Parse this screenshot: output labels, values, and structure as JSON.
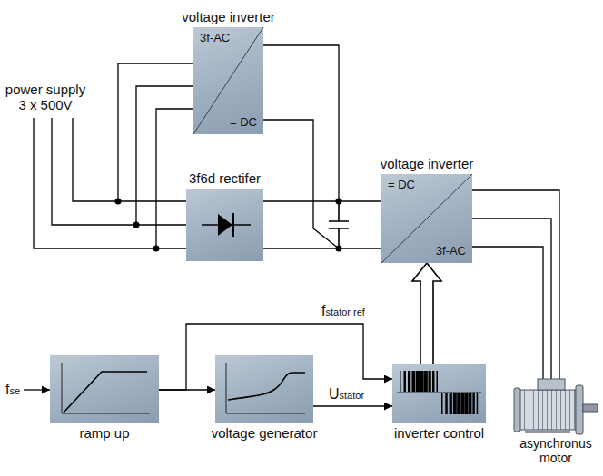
{
  "diagram": {
    "nodes": [
      {
        "text": [
          "voltage inverter",
          "3f-AC",
          "= DC"
        ]
      },
      {
        "text": [
          "3f6d rectifer"
        ]
      },
      {
        "text": [
          "voltage inverter",
          "= DC",
          "3f-AC"
        ]
      },
      {
        "text": [
          "ramp up"
        ]
      },
      {
        "text": [
          "voltage generator"
        ]
      },
      {
        "text": [
          "inverter control"
        ]
      },
      {
        "text": [
          "asynchronus motor"
        ]
      }
    ],
    "edges": [
      {
        "from": 3,
        "to": 4,
        "arrow": "to"
      },
      {
        "from": 3,
        "to": 5,
        "arrow": "to",
        "label": "fstator ref"
      },
      {
        "from": 4,
        "to": 5,
        "arrow": "to",
        "label": "Ustator"
      },
      {
        "from": 5,
        "to": 2,
        "arrow": "to"
      },
      {
        "from": 1,
        "to": 2,
        "arrow": "none"
      },
      {
        "from": 1,
        "to": 2,
        "arrow": "none"
      },
      {
        "from": 2,
        "to": 6,
        "arrow": "none"
      },
      {
        "from": 2,
        "to": 6,
        "arrow": "none"
      },
      {
        "from": 2,
        "to": 6,
        "arrow": "none"
      }
    ],
    "labels": [
      "power supply 3 x 500V",
      "fse"
    ]
  }
}
